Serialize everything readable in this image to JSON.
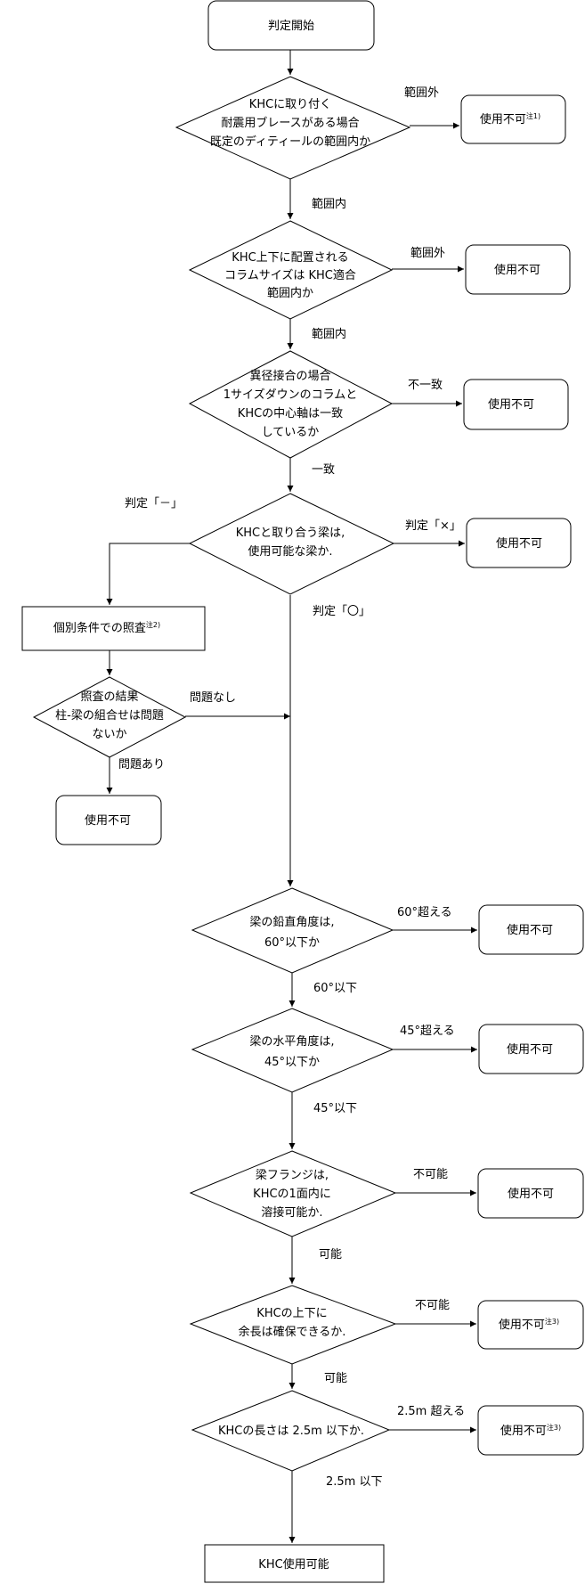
{
  "nodes": {
    "start": "判定開始",
    "q1": [
      "KHCに取り付く",
      "耐震用ブレースがある場合",
      "既定のディティールの範囲内か"
    ],
    "q2": [
      "KHC上下に配置される",
      "コラムサイズは KHC適合",
      "範囲内か"
    ],
    "q3": [
      "異径接合の場合",
      "1サイズダウンのコラムと",
      "KHCの中心軸は一致",
      "しているか"
    ],
    "q4": [
      "KHCと取り合う梁は,",
      "使用可能な梁か."
    ],
    "p1": "個別条件での照査",
    "p1_note": "注2)",
    "q5": [
      "照査の結果",
      "柱-梁の組合せは問題",
      "ないか"
    ],
    "q6": [
      "梁の鉛直角度は,",
      "60°以下か"
    ],
    "q7": [
      "梁の水平角度は,",
      "45°以下か"
    ],
    "q8": [
      "梁フランジは,",
      "KHCの1面内に",
      "溶接可能か."
    ],
    "q9": [
      "KHCの上下に",
      "余長は確保できるか."
    ],
    "q10": "KHCの長さは 2.5m 以下か.",
    "end": "KHC使用可能"
  },
  "outcomes": {
    "r1": {
      "text": "使用不可",
      "note": "注1)"
    },
    "r2": {
      "text": "使用不可",
      "note": ""
    },
    "r3": {
      "text": "使用不可",
      "note": ""
    },
    "r4": {
      "text": "使用不可",
      "note": ""
    },
    "r5": {
      "text": "使用不可",
      "note": ""
    },
    "r6": {
      "text": "使用不可",
      "note": ""
    },
    "r7": {
      "text": "使用不可",
      "note": ""
    },
    "r8": {
      "text": "使用不可",
      "note": ""
    },
    "r9": {
      "text": "使用不可",
      "note": "注3)"
    },
    "r10": {
      "text": "使用不可",
      "note": "注3)"
    }
  },
  "edge_labels": {
    "q1_no": "範囲外",
    "q1_yes": "範囲内",
    "q2_no": "範囲外",
    "q2_yes": "範囲内",
    "q3_no": "不一致",
    "q3_yes": "一致",
    "q4_cross": "判定「×」",
    "q4_dash": "判定「－」",
    "q4_circle": "判定「〇」",
    "q5_ok": "問題なし",
    "q5_ng": "問題あり",
    "q6_no": "60°超える",
    "q6_yes": "60°以下",
    "q7_no": "45°超える",
    "q7_yes": "45°以下",
    "q8_no": "不可能",
    "q8_yes": "可能",
    "q9_no": "不可能",
    "q9_yes": "可能",
    "q10_no": "2.5m 超える",
    "q10_yes": "2.5m 以下"
  }
}
